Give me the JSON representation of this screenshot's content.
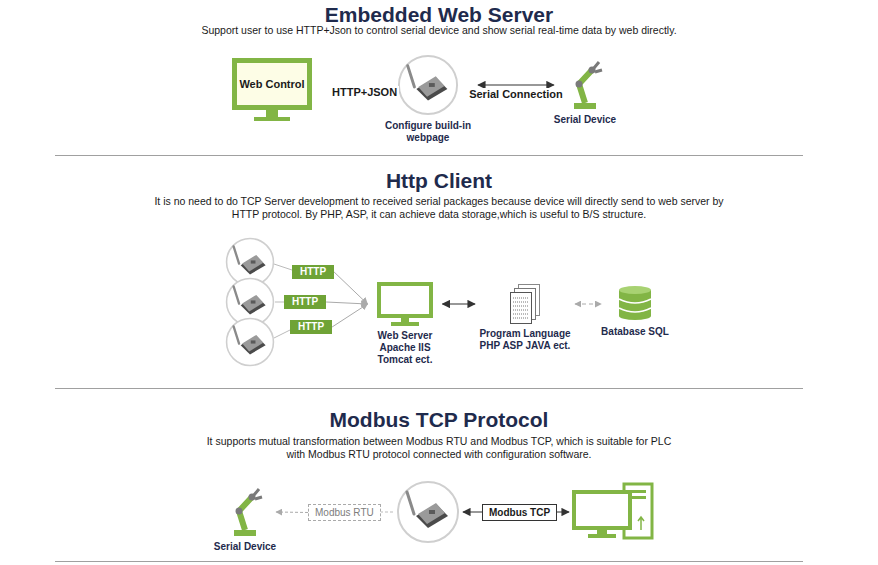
{
  "diagram": {
    "nodes": [
      {
        "text": [
          "Embedded Web Server",
          "Support user to use HTTP+Json to control serial device and show serial real-time data by web directly."
        ]
      },
      {
        "text": [
          "Web Control"
        ],
        "in": 0
      },
      {
        "text": [
          "Configure build-in webpage"
        ],
        "in": 0
      },
      {
        "text": [
          "Serial Device"
        ],
        "in": 0
      },
      {
        "text": [
          "Http Client",
          "It is no need to do TCP Server development to received serial packages because device will directly send to web server by HTTP protocol. By PHP, ASP, it can achieve data storage,which is useful to B/S structure."
        ]
      },
      {
        "text": [
          "HTTP"
        ],
        "in": 4
      },
      {
        "text": [
          "HTTP"
        ],
        "in": 4
      },
      {
        "text": [
          "HTTP"
        ],
        "in": 4
      },
      {
        "text": [
          "Web Server Apache IIS Tomcat ect."
        ],
        "in": 4
      },
      {
        "text": [
          "Program Language PHP ASP JAVA ect."
        ],
        "in": 4
      },
      {
        "text": [
          "Batabase SQL"
        ],
        "in": 4
      },
      {
        "text": [
          "Modbus TCP Protocol",
          "It supports mutual transformation between Modbus RTU and Modbus TCP, which is suitable for PLC with Modbus RTU protocol connected with configuration software."
        ]
      },
      {
        "text": [
          "Serial Device"
        ],
        "in": 11
      },
      {
        "text": [
          "Modbus RTU"
        ],
        "in": 11
      },
      {
        "text": [
          "Modbus TCP"
        ],
        "in": 11
      }
    ],
    "edges": [
      {
        "from": 2,
        "to": 3,
        "label": "Serial Connection",
        "arrow": "both"
      },
      {
        "from": 5,
        "to": 8,
        "arrow": "to"
      },
      {
        "from": 6,
        "to": 8,
        "arrow": "to"
      },
      {
        "from": 7,
        "to": 8,
        "arrow": "to"
      },
      {
        "from": 8,
        "to": 9,
        "arrow": "both"
      },
      {
        "from": 9,
        "to": 10,
        "arrow": "both"
      },
      {
        "from": 13,
        "to": 12,
        "arrow": "to"
      }
    ],
    "labels": [
      "HTTP+JSON"
    ]
  }
}
